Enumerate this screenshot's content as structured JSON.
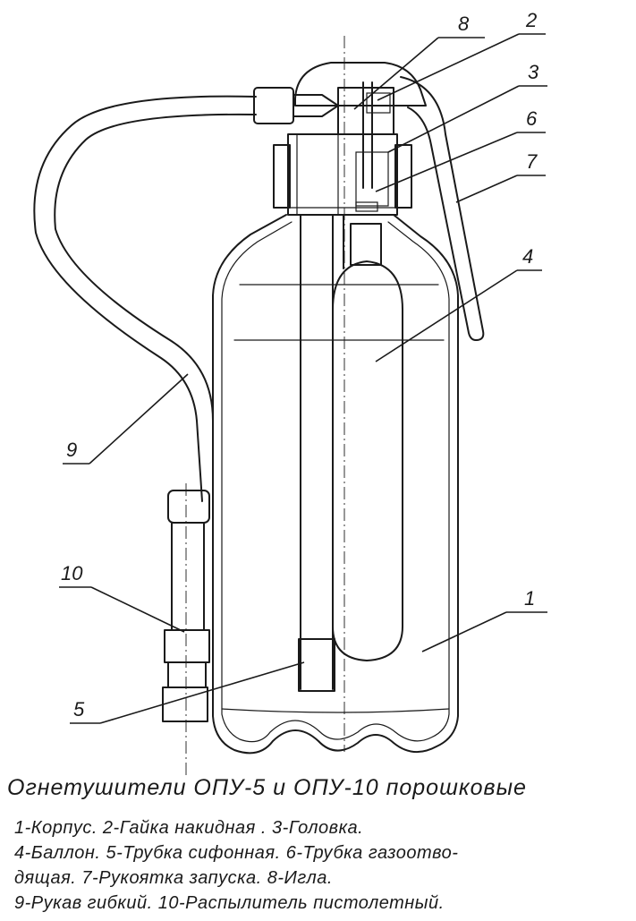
{
  "title": "Огнетушители ОПУ-5 и ОПУ-10 порошковые",
  "legend_lines": [
    "1-Корпус. 2-Гайка накидная . 3-Головка.",
    "4-Баллон. 5-Трубка сифонная. 6-Трубка газоотво-",
    "дящая. 7-Рукоятка запуска. 8-Игла.",
    "9-Рукав гибкий.    10-Распылитель пистолетный."
  ],
  "callouts": [
    "1",
    "2",
    "3",
    "4",
    "5",
    "6",
    "7",
    "8",
    "9",
    "10"
  ]
}
